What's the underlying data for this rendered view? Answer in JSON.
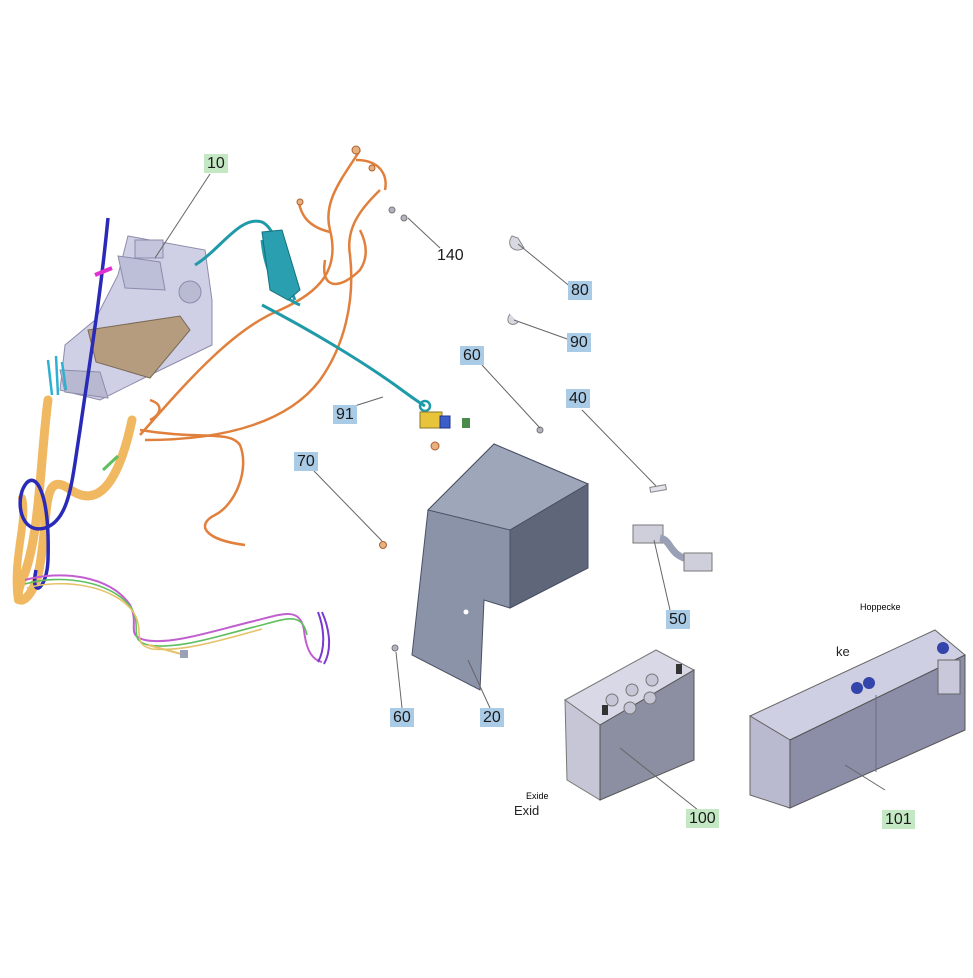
{
  "callouts": {
    "c10": "10",
    "c140": "140",
    "c80": "80",
    "c90": "90",
    "c60a": "60",
    "c40": "40",
    "c91": "91",
    "c70": "70",
    "c50": "50",
    "c60b": "60",
    "c20": "20",
    "c100": "100",
    "c101": "101"
  },
  "part_text": {
    "hoppecke": "Hoppecke",
    "ke": "ke",
    "exide": "Exide",
    "exid": "Exid"
  },
  "colors": {
    "callout_blue": "#aacbe6",
    "callout_green": "#c4e8c4",
    "harness_orange": "#e0803c",
    "harness_teal": "#1f9aa8",
    "cable_blue": "#2a2ab8",
    "cable_yellow": "#f0b860",
    "part_grey": "#8a93a8"
  }
}
